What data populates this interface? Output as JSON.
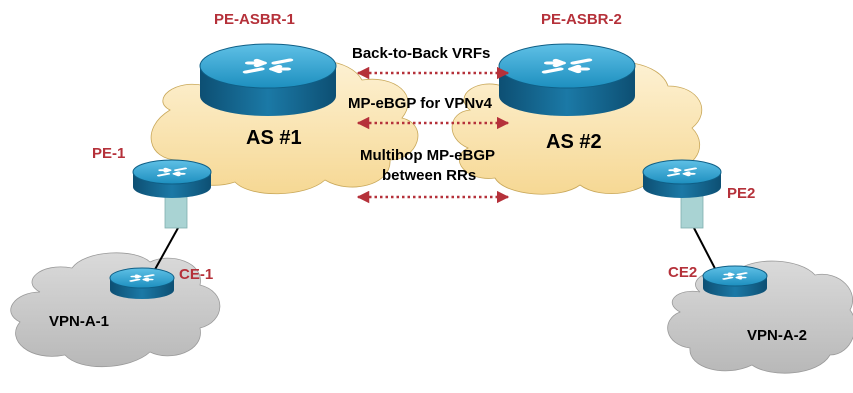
{
  "routers": {
    "pe_asbr_1": "PE-ASBR-1",
    "pe_asbr_2": "PE-ASBR-2",
    "pe_1": "PE-1",
    "pe_2": "PE2",
    "ce_1": "CE-1",
    "ce_2": "CE2"
  },
  "clouds": {
    "as1": "AS #1",
    "as2": "AS #2",
    "vpn_a_1": "VPN-A-1",
    "vpn_a_2": "VPN-A-2"
  },
  "links": {
    "back_to_back": "Back-to-Back VRFs",
    "mp_ebgp": "MP-eBGP for VPNv4",
    "multihop_line1": "Multihop MP-eBGP",
    "multihop_line2": "between RRs"
  },
  "colors": {
    "label_red": "#b5313a",
    "router_blue": "#1d8fbf",
    "as_cloud": "#fbe6b4",
    "vpn_cloud": "#c9c9c9",
    "interface_box": "#a9d3d3"
  }
}
